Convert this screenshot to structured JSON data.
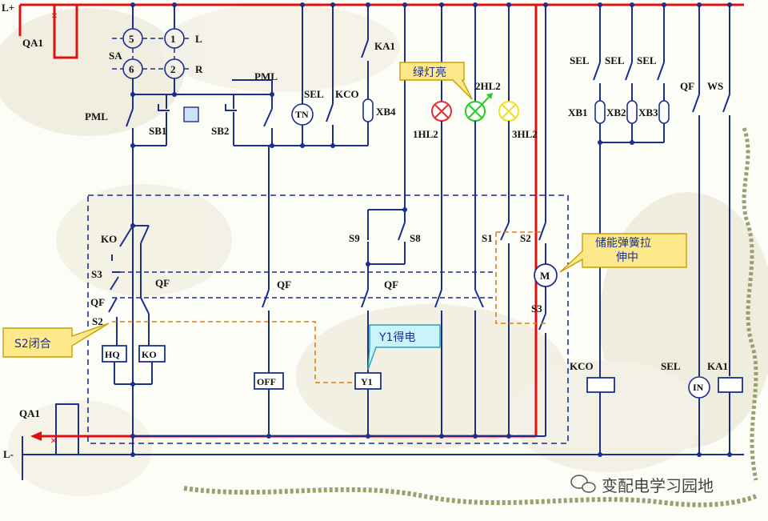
{
  "labels": {
    "l_plus": "L+",
    "l_minus": "L-",
    "qa1_top": "QA1",
    "qa1_bottom": "QA1",
    "sa": "SA",
    "sa_5": "5",
    "sa_1": "1",
    "sa_6": "6",
    "sa_2": "2",
    "sa_L": "L",
    "sa_R": "R",
    "pml_left": "PML",
    "pml_top": "PML",
    "sb1": "SB1",
    "sb2": "SB2",
    "sel_top": "SEL",
    "kco_top": "KCO",
    "tn": "TN",
    "ka1_top": "KA1",
    "xb4": "XB4",
    "hl1": "1HL2",
    "hl2": "2HL2",
    "hl3": "3HL2",
    "sel_1": "SEL",
    "sel_2": "SEL",
    "sel_3": "SEL",
    "xb1": "XB1",
    "xb2": "XB2",
    "xb3": "XB3",
    "qf_right": "QF",
    "ws": "WS",
    "ko_top": "KO",
    "s3_left": "S3",
    "qf_left_a": "QF",
    "qf_left_b": "QF",
    "s2_left": "S2",
    "hq": "HQ",
    "ko_coil": "KO",
    "qf_mid": "QF",
    "off": "OFF",
    "s9": "S9",
    "s8": "S8",
    "qf_y1": "QF",
    "y1": "Y1",
    "s1_right": "S1",
    "s2_right": "S2",
    "motor": "M",
    "s3_right": "S3",
    "kco_coil": "KCO",
    "sel_coil": "SEL",
    "in": "IN",
    "ka1_coil": "KA1"
  },
  "callouts": {
    "green_light": "绿灯亮",
    "spring": "储能弹簧拉伸中",
    "s2_closed": "S2闭合",
    "y1_energized": "Y1得电"
  },
  "watermark": "变配电学习园地",
  "colors": {
    "wire": "#1a2f8f",
    "rail": "#e01010",
    "lamp_red": "#e03030",
    "lamp_green": "#22cc22",
    "lamp_yellow": "#f0e020",
    "callout_yellow": "#fde98a",
    "callout_cyan": "#c8f4fa"
  }
}
